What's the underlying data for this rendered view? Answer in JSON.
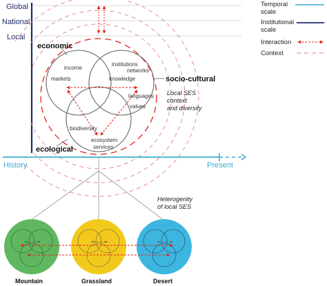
{
  "levels": {
    "global": "Global",
    "national": "National",
    "local": "Local"
  },
  "axis": {
    "start": "History",
    "end": "Present"
  },
  "dimensions": {
    "economic": "economic",
    "socio_cultural": "socio-cultural",
    "ecological": "ecological"
  },
  "terms": {
    "income": "income",
    "markets": "markets",
    "institutions": "institutions",
    "networks": "networks",
    "knowledge": "knowledge",
    "languages": "languages",
    "values": "values",
    "biodiversity": "biodiversity",
    "ecosystem": "ecosystem",
    "services": "services"
  },
  "annotations": {
    "context_line1": "Local SES",
    "context_line2": "context",
    "context_line3": "and diversity",
    "hetero_line1": "Heterogenity",
    "hetero_line2": "of local SES"
  },
  "legend": {
    "temporal_line1": "Temporal",
    "temporal_line2": "scale",
    "institutional_line1": "Institutional",
    "institutional_line2": "scale",
    "interaction": "Interaction",
    "context": "Context"
  },
  "landscapes": {
    "mountain": "Mountain",
    "grassland": "Grassland",
    "desert": "Desert"
  },
  "colors": {
    "temporal": "#3aaed0",
    "institutional": "#1f2a6b",
    "interaction": "#e2231a",
    "context": "#e58080",
    "mountain": "#5fb85f",
    "grassland": "#f3c91e",
    "desert": "#3cb6e0"
  }
}
